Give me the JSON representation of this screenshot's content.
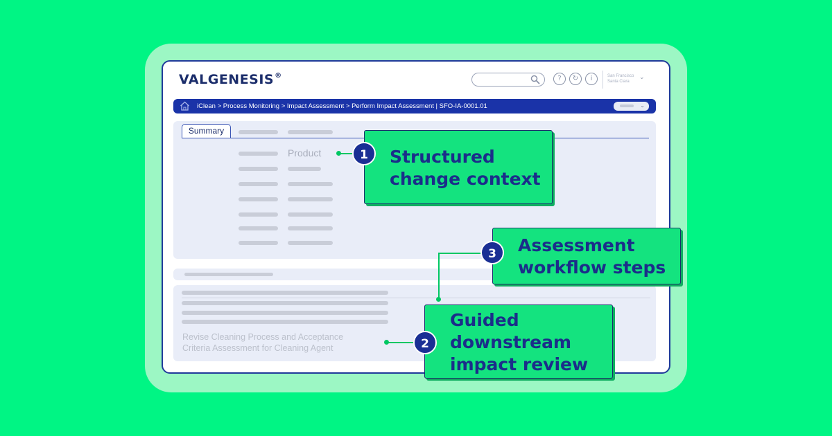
{
  "app": {
    "logo": "VALGENESIS",
    "logo_mark": "®"
  },
  "header": {
    "search_placeholder": "",
    "icons": [
      "help-icon",
      "sync-icon",
      "info-icon"
    ],
    "user_location": "San Francisco",
    "user_sub": "Santa Clara"
  },
  "navbar": {
    "breadcrumb": "iClean  >  Process Monitoring  >  Impact Assessment  >  Perform Impact Assessment | SFO-IA-0001.01"
  },
  "summary": {
    "tab_label": "Summary",
    "product_label": "Product"
  },
  "impact": {
    "item_text_1": "Revise Cleaning Process and Acceptance",
    "item_text_2": "Criteria Assessment for Cleaning Agent"
  },
  "callouts": [
    {
      "number": "1",
      "line1": "Structured",
      "line2": "change context",
      "line3": ""
    },
    {
      "number": "2",
      "line1": "Guided",
      "line2": "downstream",
      "line3": "impact review"
    },
    {
      "number": "3",
      "line1": "Assessment",
      "line2": "workflow steps",
      "line3": ""
    }
  ],
  "colors": {
    "background": "#00f584",
    "brand_blue": "#1a33a8",
    "callout_green": "#14e37f",
    "badge_blue": "#1a2f94"
  }
}
